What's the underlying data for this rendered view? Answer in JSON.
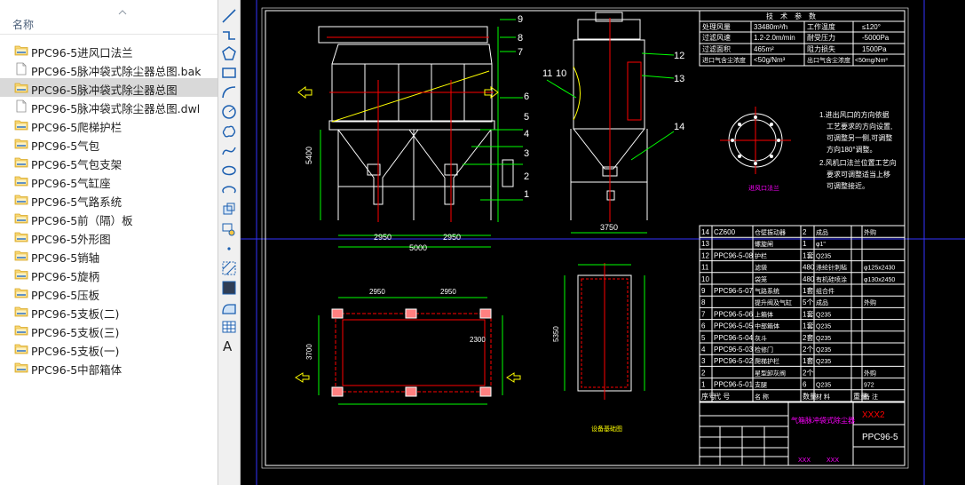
{
  "explorer": {
    "column_header": "名称",
    "files": [
      {
        "name": "PPC96-5进风口法兰",
        "type": "folder",
        "selected": false
      },
      {
        "name": "PPC96-5脉冲袋式除尘器总图.bak",
        "type": "file",
        "selected": false
      },
      {
        "name": "PPC96-5脉冲袋式除尘器总图",
        "type": "folder",
        "selected": true
      },
      {
        "name": "PPC96-5脉冲袋式除尘器总图.dwl",
        "type": "file",
        "selected": false
      },
      {
        "name": "PPC96-5爬梯护栏",
        "type": "folder",
        "selected": false
      },
      {
        "name": "PPC96-5气包",
        "type": "folder",
        "selected": false
      },
      {
        "name": "PPC96-5气包支架",
        "type": "folder",
        "selected": false
      },
      {
        "name": "PPC96-5气缸座",
        "type": "folder",
        "selected": false
      },
      {
        "name": "PPC96-5气路系统",
        "type": "folder",
        "selected": false
      },
      {
        "name": "PPC96-5前（隔）板",
        "type": "folder",
        "selected": false
      },
      {
        "name": "PPC96-5外形图",
        "type": "folder",
        "selected": false
      },
      {
        "name": "PPC96-5销轴",
        "type": "folder",
        "selected": false
      },
      {
        "name": "PPC96-5旋柄",
        "type": "folder",
        "selected": false
      },
      {
        "name": "PPC96-5压板",
        "type": "folder",
        "selected": false
      },
      {
        "name": "PPC96-5支板(二)",
        "type": "folder",
        "selected": false
      },
      {
        "name": "PPC96-5支板(三)",
        "type": "folder",
        "selected": false
      },
      {
        "name": "PPC96-5支板(一)",
        "type": "folder",
        "selected": false
      },
      {
        "name": "PPC96-5中部箱体",
        "type": "folder",
        "selected": false
      }
    ]
  },
  "toolbar": {
    "tools": [
      {
        "name": "line-tool-icon"
      },
      {
        "name": "polyline-tool-icon"
      },
      {
        "name": "polygon-tool-icon"
      },
      {
        "name": "rectangle-tool-icon"
      },
      {
        "name": "arc-tool-icon"
      },
      {
        "name": "circle-tool-icon"
      },
      {
        "name": "revision-cloud-icon"
      },
      {
        "name": "spline-tool-icon"
      },
      {
        "name": "ellipse-tool-icon"
      },
      {
        "name": "ellipse-arc-icon"
      },
      {
        "name": "insert-block-icon"
      },
      {
        "name": "make-block-icon"
      },
      {
        "name": "point-tool-icon"
      },
      {
        "name": "hatch-tool-icon"
      },
      {
        "name": "gradient-tool-icon"
      },
      {
        "name": "region-tool-icon"
      },
      {
        "name": "table-tool-icon"
      }
    ],
    "text_tool_label": "A"
  },
  "drawing": {
    "colors": {
      "background": "#000000",
      "frame": "#ffffff",
      "line": "#ffffff",
      "accent": "#ff0000",
      "dim": "#00ff00",
      "center": "#ffff00",
      "title_text": "#ff00ff",
      "layout_border": "#3333ff"
    },
    "tech_table": {
      "title": "技　术　参　数",
      "rows": [
        [
          "处理风量",
          "33480m³/h",
          "工作温度",
          "≤120°"
        ],
        [
          "过滤风速",
          "1.2-2.0m/min",
          "耐受压力",
          "-5000Pa"
        ],
        [
          "过滤面积",
          "465m²",
          "阻力损失",
          "1500Pa"
        ],
        [
          "进口气含尘浓度",
          "<50g/Nm³",
          "出口气含尘浓度",
          "<50mg/Nm³"
        ]
      ]
    },
    "notes": [
      "1.进出风口的方向依据",
      "工艺要求的方向设置,",
      "可调整另一侧,可调整",
      "方向180°调整。",
      "2.风机口法兰位置工艺向",
      "要求可调整适当上移",
      "可调整接近。"
    ],
    "flange_label": "进风口法兰",
    "plan_label": "设备基础图",
    "view_labels": [
      "9",
      "8",
      "7",
      "6",
      "5",
      "4",
      "3",
      "2",
      "1",
      "11",
      "10",
      "12",
      "13",
      "14"
    ],
    "dims": {
      "width_total": "5000",
      "width_a": "2950",
      "width_b": "2950",
      "height": "5400",
      "side_width": "3750",
      "plan_a": "2950",
      "plan_b": "2950",
      "plan_c": "2300",
      "plan_side": "3700",
      "plan_height": "5350"
    },
    "bom": {
      "rows": [
        [
          "14",
          "CZ600",
          "仓壁振动器",
          "2",
          "成品",
          "",
          "外购"
        ],
        [
          "13",
          "",
          "螺旋闸",
          "1",
          "φ1\"",
          "",
          ""
        ],
        [
          "12",
          "PPC96-5-08",
          "护栏",
          "1套",
          "Q235",
          "",
          ""
        ],
        [
          "11",
          "",
          "滤袋",
          "480",
          "涤纶针刺毡",
          "",
          "φ125x2430"
        ],
        [
          "10",
          "",
          "袋笼",
          "480",
          "有机硅喷涂",
          "",
          "φ130x2450"
        ],
        [
          "9",
          "PPC96-5-07",
          "气路系统",
          "1套",
          "组合件",
          "",
          ""
        ],
        [
          "8",
          "",
          "提升阀及气缸",
          "5个",
          "成品",
          "",
          "外购"
        ],
        [
          "7",
          "PPC96-5-06",
          "上箱体",
          "1套",
          "Q235",
          "",
          ""
        ],
        [
          "6",
          "PPC96-5-05",
          "中部箱体",
          "1套",
          "Q235",
          "",
          ""
        ],
        [
          "5",
          "PPC96-5-04",
          "灰斗",
          "2套",
          "Q235",
          "",
          ""
        ],
        [
          "4",
          "PPC96-5-03",
          "检修门",
          "2个",
          "Q235",
          "",
          ""
        ],
        [
          "3",
          "PPC96-5-02",
          "爬梯护栏",
          "1套",
          "Q235",
          "",
          ""
        ],
        [
          "2",
          "",
          "星型卸灰阀",
          "2个",
          "",
          "",
          "外购"
        ],
        [
          "1",
          "PPC96-5-01",
          "支腿",
          "6",
          "Q235",
          "",
          "972"
        ]
      ],
      "header": [
        "序号",
        "代 号",
        "名 称",
        "数量",
        "材 料",
        "重量",
        "备 注"
      ]
    },
    "title_block": {
      "drawing_name": "气箱脉冲袋式除尘器",
      "company": "XXX2",
      "drawing_no": "PPC96-5",
      "designer": "XXX",
      "checker": "XXX"
    }
  }
}
